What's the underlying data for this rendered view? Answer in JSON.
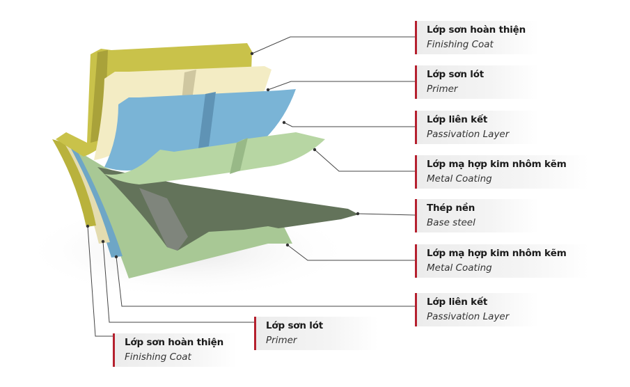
{
  "labels": [
    {
      "vi": "Lớp sơn hoàn thiện",
      "en": "Finishing Coat"
    },
    {
      "vi": "Lớp sơn lót",
      "en": "Primer"
    },
    {
      "vi": "Lớp liên kết",
      "en": "Passivation Layer"
    },
    {
      "vi": "Lớp mạ hợp kim nhôm kẽm",
      "en": "Metal Coating"
    },
    {
      "vi": "Thép nền",
      "en": "Base steel"
    },
    {
      "vi": "Lớp mạ hợp kim nhôm kẽm",
      "en": "Metal Coating"
    },
    {
      "vi": "Lớp liên kết",
      "en": "Passivation Layer"
    },
    {
      "vi": "Lớp sơn lót",
      "en": "Primer"
    },
    {
      "vi": "Lớp sơn hoàn thiện",
      "en": "Finishing Coat"
    }
  ],
  "colors": {
    "accent": "#b5202e",
    "finishing": "#c9c24a",
    "primer": "#f3ecc4",
    "passivation": "#7ab4d6",
    "metal": "#b7d6a3",
    "steel": "#5f6e55"
  }
}
